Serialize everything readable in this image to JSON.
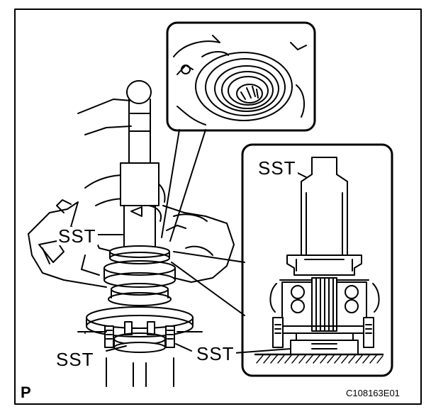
{
  "labels": {
    "sst_inset": "SST",
    "sst_left": "SST",
    "sst_bottom_left": "SST",
    "sst_bottom_right": "SST",
    "corner_p": "P",
    "figure_code": "C108163E01"
  }
}
